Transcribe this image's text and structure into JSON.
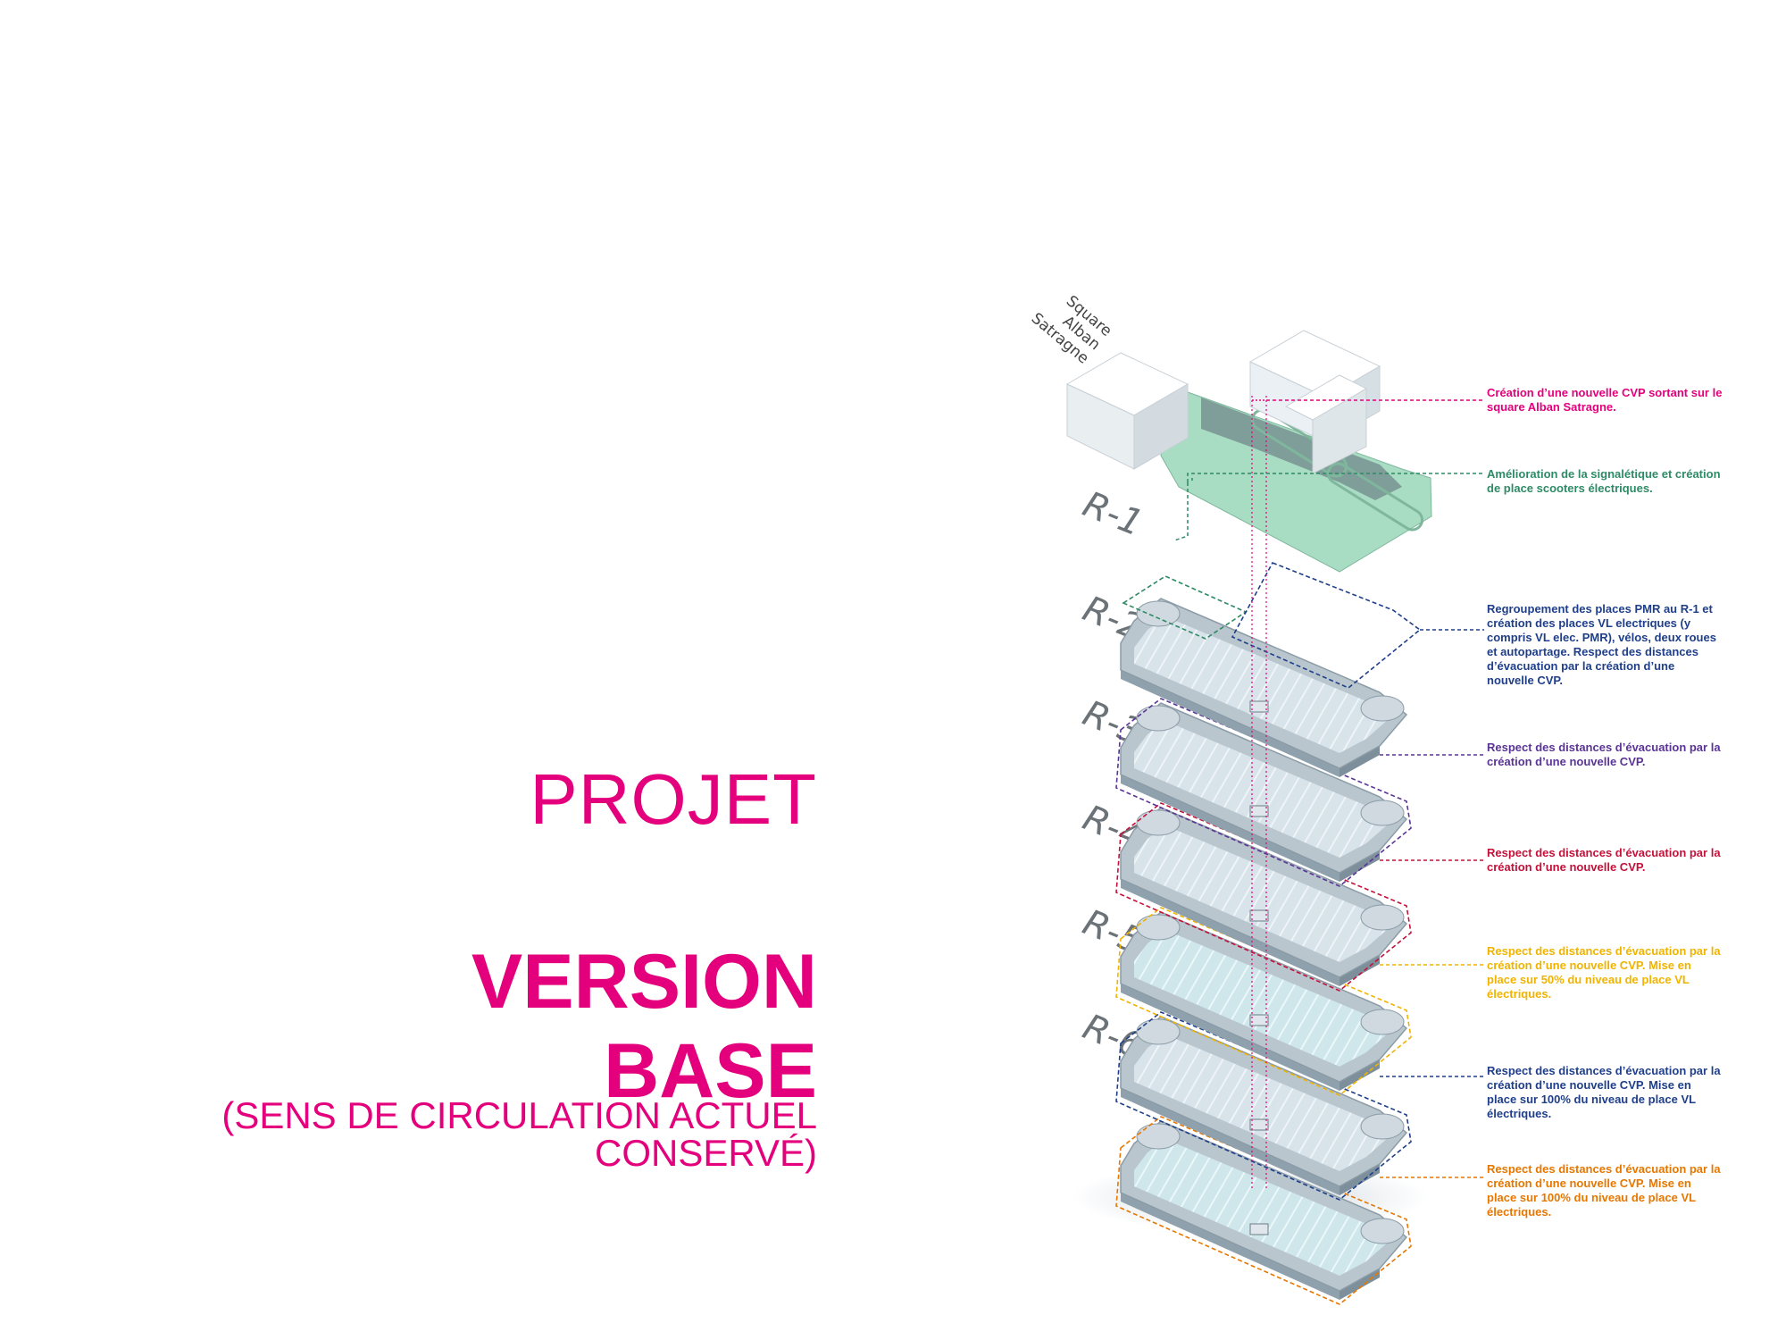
{
  "title": {
    "projet": "PROJET",
    "version_line1": "VERSION",
    "version_line2": "BASE",
    "subtitle": "(SENS DE CIRCULATION ACTUEL CONSERVÉ)"
  },
  "colors": {
    "accent": "#e4007c",
    "green": "#2f8a66",
    "navy": "#1f3f8a",
    "purple": "#5a3496",
    "crimson": "#c4113a",
    "yellow": "#f0b400",
    "orange": "#e67700",
    "slab": "#b9c6ce",
    "pink_guide": "#e4007c"
  },
  "site": {
    "label_lines": [
      "Square",
      "Alban",
      "Satragne"
    ]
  },
  "levels": [
    {
      "label": "R-1"
    },
    {
      "label": "R-2"
    },
    {
      "label": "R-3"
    },
    {
      "label": "R-4"
    },
    {
      "label": "R-5"
    },
    {
      "label": "R-6"
    }
  ],
  "annotations": [
    {
      "id": "cvp",
      "color": "#e4007c",
      "text": "Création d’une nouvelle CVP sortant sur le square Alban Satragne."
    },
    {
      "id": "signal",
      "color": "#2f8a66",
      "text": "Amélioration de la signalétique et création de place scooters électriques."
    },
    {
      "id": "r1",
      "color": "#1f3f8a",
      "text": "Regroupement des places PMR au R-1 et création des places VL electriques (y compris VL elec. PMR), vélos, deux roues et autopartage. Respect des distances d’évacuation par la création d’une nouvelle CVP."
    },
    {
      "id": "r2",
      "color": "#5a3496",
      "text": "Respect des distances d’évacuation par la création d’une nouvelle CVP."
    },
    {
      "id": "r3",
      "color": "#c4113a",
      "text": "Respect des distances d’évacuation par la création d’une nouvelle CVP."
    },
    {
      "id": "r4",
      "color": "#f0b400",
      "text": "Respect des distances d’évacuation par la création d’une nouvelle CVP. Mise en place sur 50% du niveau de place VL électriques."
    },
    {
      "id": "r5",
      "color": "#1f3f8a",
      "text": "Respect des distances d’évacuation par la création d’une nouvelle CVP. Mise en place sur 100% du niveau de place VL électriques."
    },
    {
      "id": "r6",
      "color": "#e67700",
      "text": "Respect des distances d’évacuation par la création d’une nouvelle CVP. Mise en place sur 100% du niveau de place VL électriques."
    }
  ]
}
